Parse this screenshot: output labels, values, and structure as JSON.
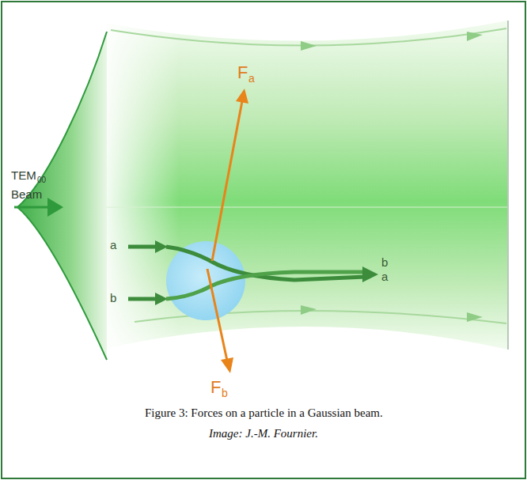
{
  "diagram": {
    "caption": "Figure 3: Forces on a particle in a Gaussian beam.",
    "labels": [
      "TEM",
      "00",
      "Beam",
      "a",
      "b",
      "F",
      "a",
      "F",
      "b",
      "b",
      "a",
      "Image: J.-M. Fournier."
    ]
  }
}
